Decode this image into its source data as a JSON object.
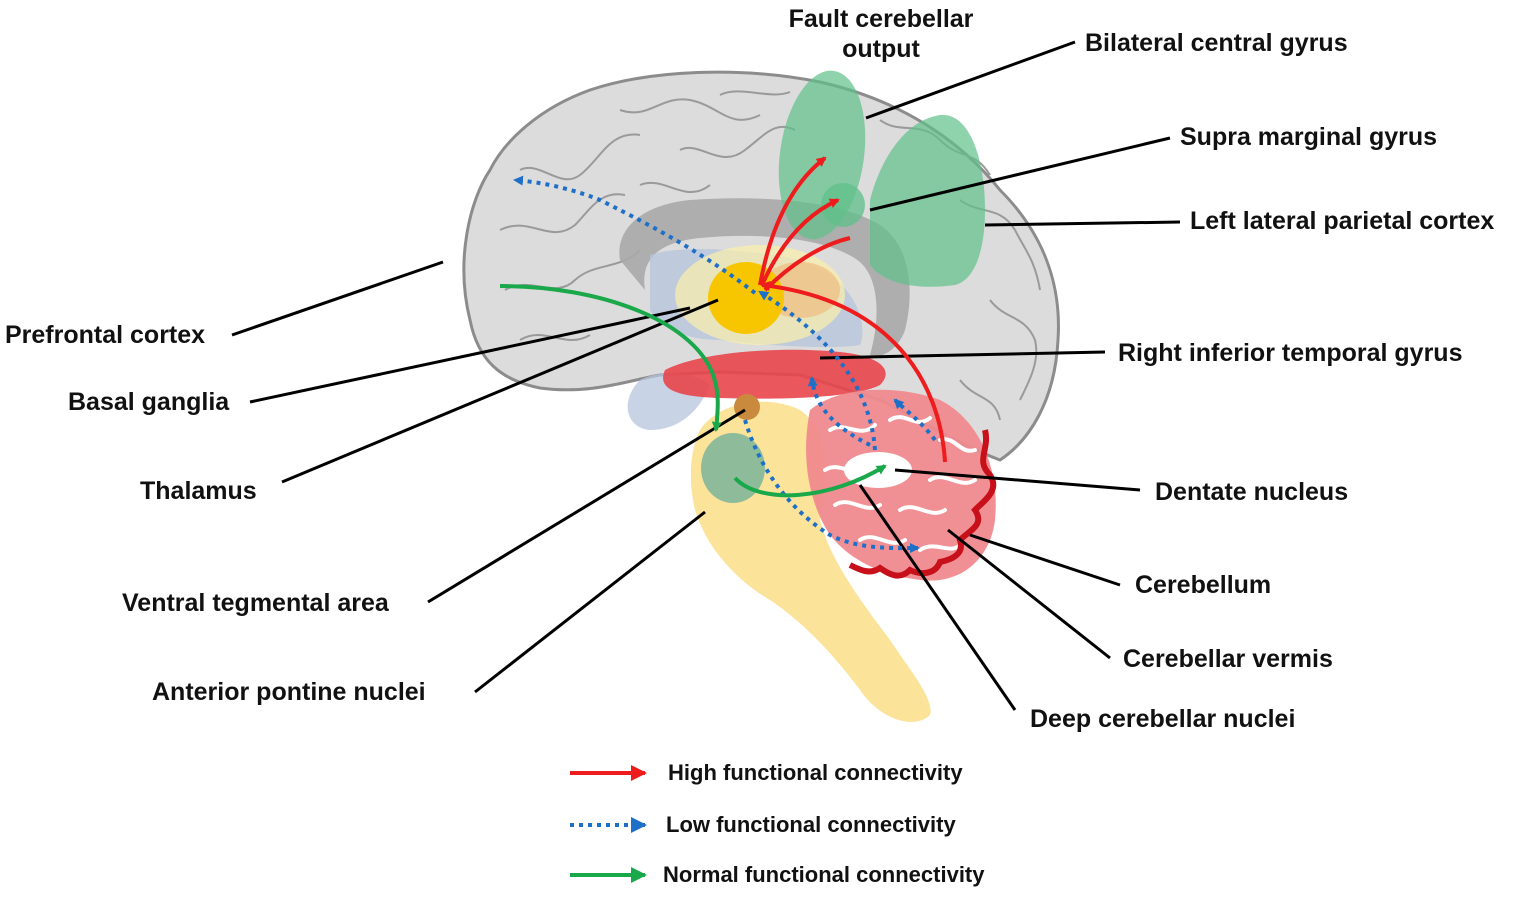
{
  "labels": {
    "fault_cerebellar_output_1": "Fault cerebellar",
    "fault_cerebellar_output_2": "output",
    "bilateral_central_gyrus": "Bilateral central gyrus",
    "supra_marginal_gyrus": "Supra marginal gyrus",
    "left_lateral_parietal_cortex": "Left lateral parietal cortex",
    "prefrontal_cortex": "Prefrontal cortex",
    "right_inferior_temporal_gyrus": "Right inferior temporal gyrus",
    "basal_ganglia": "Basal ganglia",
    "thalamus": "Thalamus",
    "dentate_nucleus": "Dentate nucleus",
    "cerebellum": "Cerebellum",
    "ventral_tegmental_area": "Ventral tegmental area",
    "cerebellar_vermis": "Cerebellar vermis",
    "anterior_pontine_nuclei": "Anterior pontine nuclei",
    "deep_cerebellar_nuclei": "Deep cerebellar nuclei"
  },
  "legend": [
    {
      "label": "High functional  connectivity",
      "color": "#ee1c1c",
      "style": "solid"
    },
    {
      "label": "Low functional  connectivity",
      "color": "#1e6fc8",
      "style": "dotted"
    },
    {
      "label": "Normal functional  connectivity",
      "color": "#19a84a",
      "style": "solid"
    }
  ],
  "colors": {
    "cortex": "#dcdcdc",
    "cortex_outline": "#8c8c8c",
    "corpus_callosum": "#a8a8a8",
    "parietal_highlight": "#5fc08a",
    "brainstem": "#fbe39a",
    "basal_ganglia": "#f7c600",
    "temporal": "#e8454a",
    "cerebellum": "#f08a8e"
  }
}
